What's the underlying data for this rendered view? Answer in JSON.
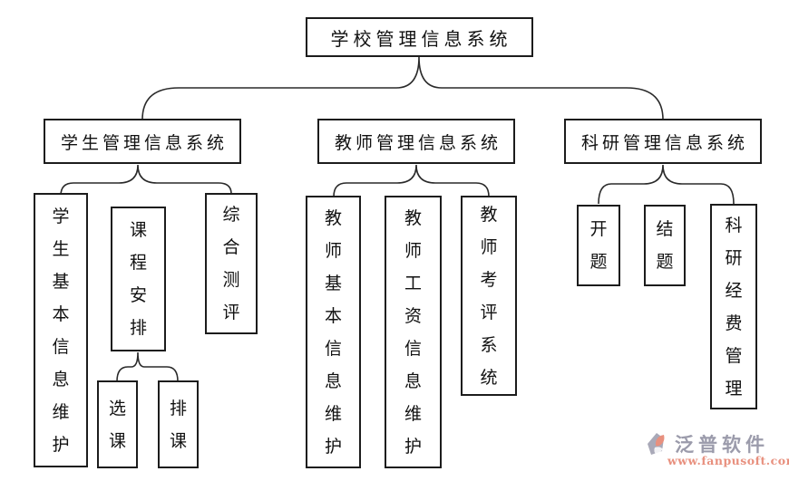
{
  "diagram": {
    "title": "学校管理信息系统",
    "root": {
      "label": "学校管理信息系统"
    },
    "branches": [
      {
        "label": "学生管理信息系统",
        "children": [
          {
            "label": "学生基本信息维护"
          },
          {
            "label": "课程安排",
            "children": [
              {
                "label": "选课"
              },
              {
                "label": "排课"
              }
            ]
          },
          {
            "label": "综合测评"
          }
        ]
      },
      {
        "label": "教师管理信息系统",
        "children": [
          {
            "label": "教师基本信息维护"
          },
          {
            "label": "教师工资信息维护"
          },
          {
            "label": "教师考评系统"
          }
        ]
      },
      {
        "label": "科研管理信息系统",
        "children": [
          {
            "label": "开题"
          },
          {
            "label": "结题"
          },
          {
            "label": "科研经费管理"
          }
        ]
      }
    ]
  },
  "watermark": {
    "brand": "泛普软件",
    "url": "www.fanpusoft.com",
    "brand_color": "#9b9bab",
    "url_color": "#e8907e"
  },
  "colors": {
    "box_border": "#1c1c1c",
    "connector": "#2a2a2a",
    "background": "#ffffff"
  }
}
